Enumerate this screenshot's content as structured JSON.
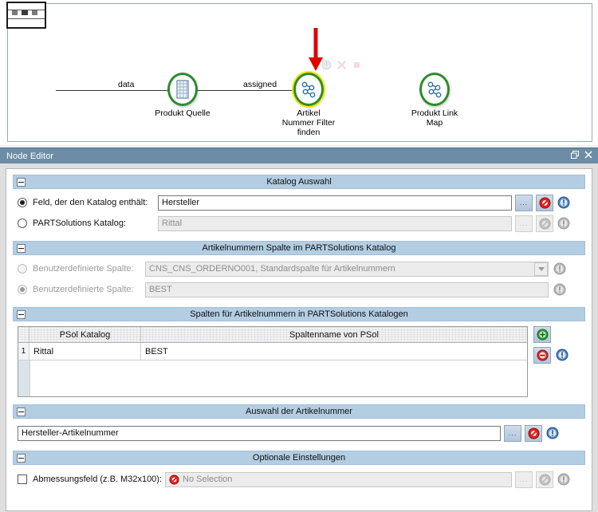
{
  "flow": {
    "minimap_name": "overview-minimap",
    "nodes": [
      {
        "id": "produkt-quelle",
        "label": "Produkt Quelle",
        "icon": "table-source-icon",
        "selected": false
      },
      {
        "id": "artikel-nummer-filter-finden",
        "label": "Artikel\nNummer Filter\nfinden",
        "icon": "graph-node-icon",
        "selected": true
      },
      {
        "id": "produkt-link-map",
        "label": "Produkt Link\nMap",
        "icon": "graph-node-icon",
        "selected": false
      }
    ],
    "edges": [
      {
        "label": "data"
      },
      {
        "label": "assigned"
      }
    ],
    "toolbar": [
      {
        "name": "execute-icon",
        "glyph": "⏻"
      },
      {
        "name": "cancel-icon",
        "glyph": "✕"
      },
      {
        "name": "stop-icon",
        "glyph": "■"
      }
    ],
    "annotation": {
      "name": "red-pointer-arrow",
      "color": "#e00000"
    }
  },
  "node_editor": {
    "title": "Node Editor",
    "titlebar_icons": [
      {
        "name": "restore-icon",
        "glyph": "❐"
      },
      {
        "name": "close-icon",
        "glyph": "✕"
      }
    ],
    "section_katalog": {
      "title": "Katalog Auswahl",
      "rows": [
        {
          "radio_label": "Feld, der den Katalog enthält:",
          "selected": true,
          "disabled": false,
          "value": "Hersteller",
          "browse_label": "...",
          "clear_icon": "no-entry-icon",
          "info_icon": "info-icon"
        },
        {
          "radio_label": "PARTSolutions Katalog:",
          "selected": false,
          "disabled": true,
          "value": "Rittal",
          "browse_label": "...",
          "clear_icon": "no-entry-icon",
          "info_icon": "info-icon"
        }
      ]
    },
    "section_spalte": {
      "title": "Artikelnummern Spalte im PARTSolutions Katalog",
      "rows": [
        {
          "radio_label": "Benutzerdefinierte Spalte:",
          "selected": false,
          "disabled": true,
          "value": "CNS_CNS_ORDERNO001, Standardspalte für Artikelnummern",
          "control": "dropdown",
          "info_icon": "info-icon"
        },
        {
          "radio_label": "Benutzerdefinierte Spalte:",
          "selected": true,
          "disabled": true,
          "value": "BEST",
          "control": "text",
          "info_icon": "info-icon"
        }
      ]
    },
    "section_spalten_tabelle": {
      "title": "Spalten für Artikelnummern in PARTSolutions Katalogen",
      "columns": [
        "PSol Katalog",
        "Spaltenname von PSol"
      ],
      "rows": [
        {
          "index": "1",
          "psol_katalog": "Rittal",
          "spaltenname": "BEST"
        }
      ],
      "add_button": {
        "name": "add-row-button",
        "glyph": "+"
      },
      "remove_button": {
        "name": "remove-row-button",
        "glyph": "−"
      },
      "info_icon": "info-icon"
    },
    "section_auswahl": {
      "title": "Auswahl der Artikelnummer",
      "value": "Hersteller-Artikelnummer",
      "browse_label": "...",
      "clear_icon": "no-entry-icon",
      "info_icon": "info-icon"
    },
    "section_optional": {
      "title": "Optionale Einstellungen",
      "checkbox_label": "Abmessungsfeld (z.B. M32x100):",
      "checked": false,
      "value": "No Selection",
      "value_icon": "no-entry-icon",
      "browse_label": "...",
      "clear_icon": "no-entry-icon",
      "info_icon": "info-icon"
    }
  },
  "colors": {
    "titlebar": "#6c8da5",
    "section_header": "#b3cde2",
    "node_ring": "#2e8b2e",
    "selection_halo": "#ffe400",
    "annotation_arrow": "#e00000",
    "panel_bg": "#dfdfdf"
  }
}
